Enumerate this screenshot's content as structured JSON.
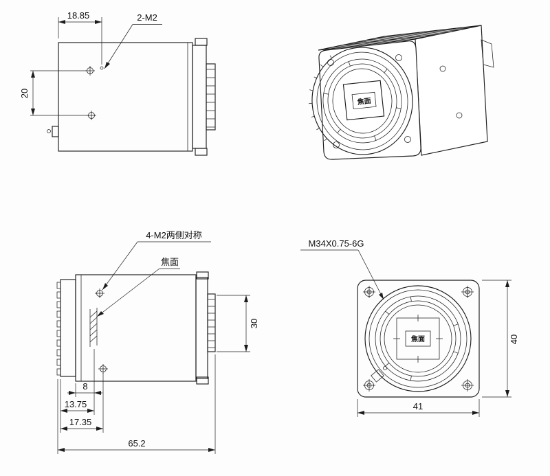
{
  "drawing": {
    "view_top_side": {
      "dim_width": "18.85",
      "dim_holes": "20",
      "callout_holes": "2-M2"
    },
    "view_iso": {
      "sensor_mark": "焦面"
    },
    "view_bottom_side": {
      "callout_holes": "4-M2两侧对称",
      "callout_focal": "焦面",
      "dim_lens": "30",
      "dim_body_to_focal": "8",
      "dim_face_to_focal": "13.75",
      "dim_face_to_hole": "17.35",
      "dim_total_length": "65.2"
    },
    "view_front": {
      "callout_thread": "M34X0.75-6G",
      "dim_width": "41",
      "dim_height": "40",
      "sensor_mark": "焦面"
    }
  }
}
